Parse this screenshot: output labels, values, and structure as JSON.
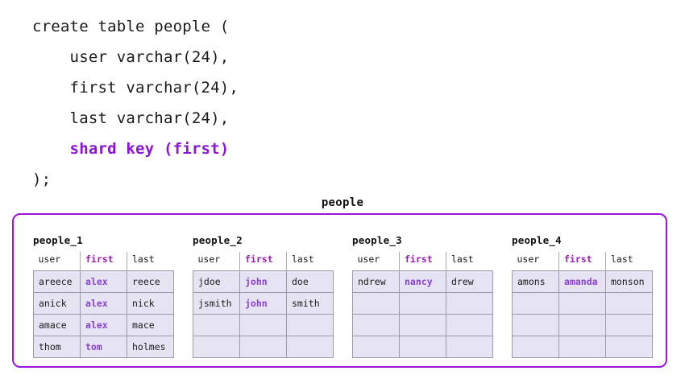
{
  "code": {
    "lines": [
      {
        "text": "create table people (",
        "accent": false
      },
      {
        "text": "    user varchar(24),",
        "accent": false
      },
      {
        "text": "    first varchar(24),",
        "accent": false
      },
      {
        "text": "    last varchar(24),",
        "accent": false
      },
      {
        "text": "    shard key (first)",
        "accent": true
      },
      {
        "text": ");",
        "accent": false
      }
    ]
  },
  "colors": {
    "accent_purple": "#8B14D6",
    "container_border": "#9B14E0",
    "header_key": "#9B1FB5",
    "cell_key": "#8B3FD9",
    "cell_fill": "#E6E4F3",
    "cell_border": "#9B9BAB",
    "text": "#1a1a1a"
  },
  "outer_table": {
    "title": "people"
  },
  "columns": [
    "user",
    "first",
    "last"
  ],
  "shard_key_column": "first",
  "shards": [
    {
      "title": "people_1",
      "rows": [
        {
          "user": "areece",
          "first": "alex",
          "last": "reece"
        },
        {
          "user": "anick",
          "first": "alex",
          "last": "nick"
        },
        {
          "user": "amace",
          "first": "alex",
          "last": "mace"
        },
        {
          "user": "thom",
          "first": "tom",
          "last": "holmes"
        }
      ]
    },
    {
      "title": "people_2",
      "rows": [
        {
          "user": "jdoe",
          "first": "john",
          "last": "doe"
        },
        {
          "user": "jsmith",
          "first": "john",
          "last": "smith"
        },
        {
          "user": "",
          "first": "",
          "last": ""
        },
        {
          "user": "",
          "first": "",
          "last": ""
        }
      ]
    },
    {
      "title": "people_3",
      "rows": [
        {
          "user": "ndrew",
          "first": "nancy",
          "last": "drew"
        },
        {
          "user": "",
          "first": "",
          "last": ""
        },
        {
          "user": "",
          "first": "",
          "last": ""
        },
        {
          "user": "",
          "first": "",
          "last": ""
        }
      ]
    },
    {
      "title": "people_4",
      "rows": [
        {
          "user": "amons",
          "first": "amanda",
          "last": "monson"
        },
        {
          "user": "",
          "first": "",
          "last": ""
        },
        {
          "user": "",
          "first": "",
          "last": ""
        },
        {
          "user": "",
          "first": "",
          "last": ""
        }
      ]
    }
  ]
}
